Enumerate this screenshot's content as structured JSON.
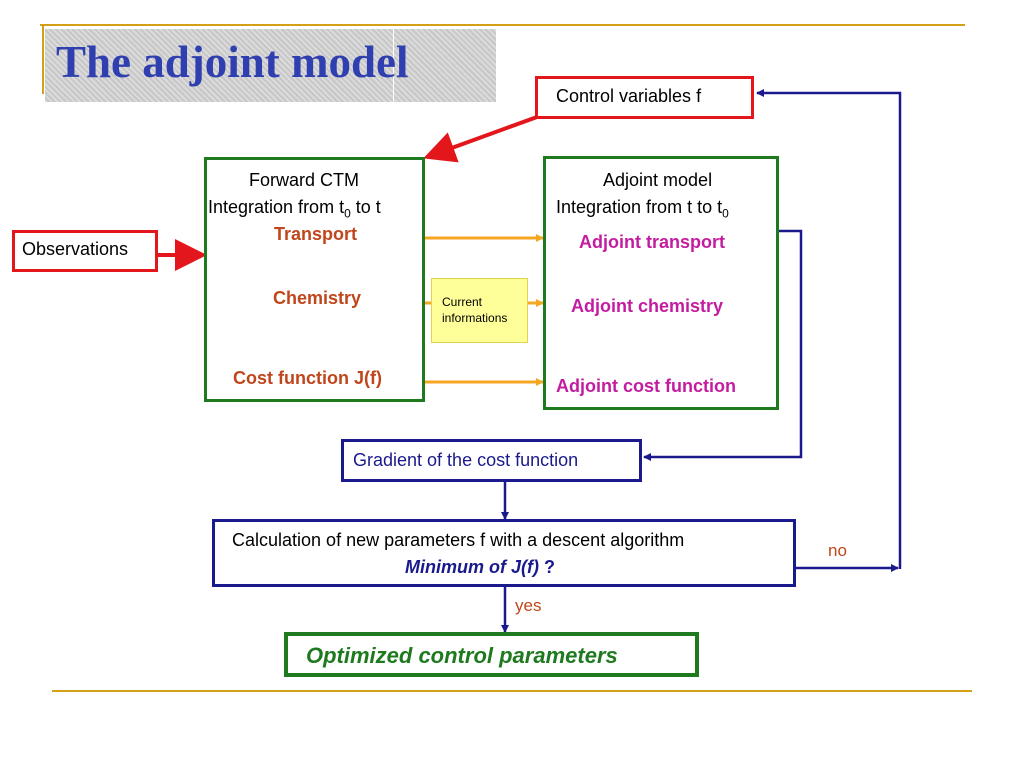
{
  "title": "The adjoint model",
  "control_box": "Control variables f",
  "observations_box": "Observations",
  "forward": {
    "line1": "Forward CTM",
    "line2_pre": "Integration from t",
    "line2_sub": "0",
    "line2_post": " to t",
    "transport": "Transport",
    "chemistry": "Chemistry",
    "cost": "Cost function J(f)"
  },
  "adjoint": {
    "line1": "Adjoint model",
    "line2_pre": "Integration from t to t",
    "line2_sub": "0",
    "transport": "Adjoint transport",
    "chemistry": "Adjoint chemistry",
    "cost": "Adjoint cost function"
  },
  "current_info": {
    "line1": "Current",
    "line2": "informations"
  },
  "gradient_box": "Gradient of the cost function",
  "calc_box": {
    "line1": "Calculation of new parameters f with a descent algorithm",
    "line2": "Minimum of J(f)",
    "line2_q": " ?"
  },
  "no_label": "no",
  "yes_label": "yes",
  "optimized_box": "Optimized control parameters",
  "colors": {
    "red": "#e3161b",
    "green": "#1f7a1f",
    "navy": "#1a1a8c",
    "orange": "#f5a623",
    "darkred": "#8b1010",
    "magenta": "#c41ca0",
    "title": "#2f3fb0",
    "gold": "#d4a017"
  }
}
